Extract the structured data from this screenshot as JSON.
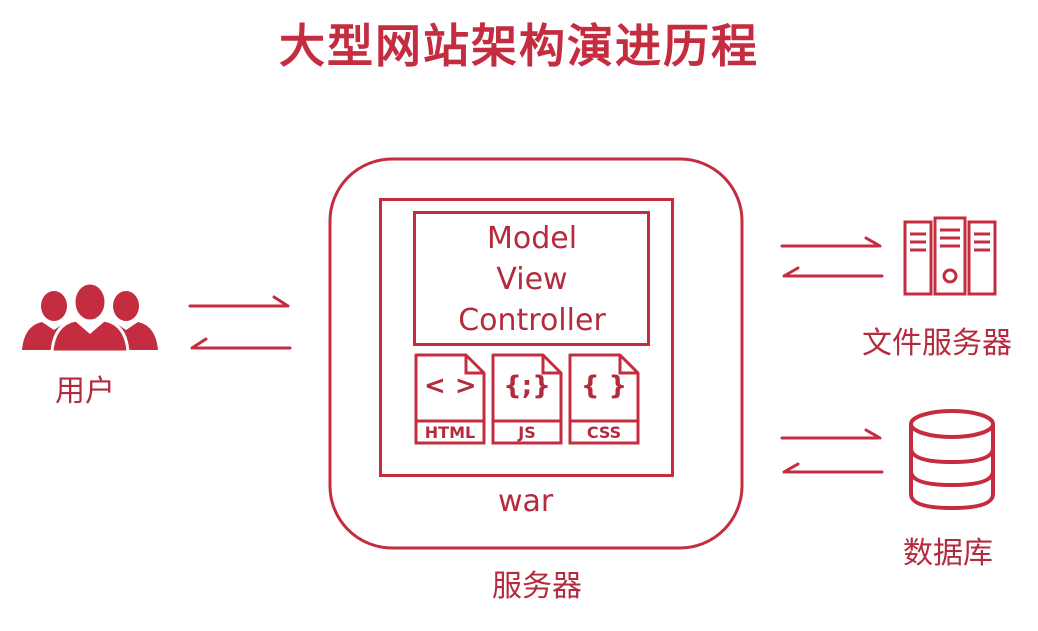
{
  "title": "大型网站架构演进历程",
  "user": {
    "label": "用户"
  },
  "server": {
    "label": "服务器",
    "war_label": "war",
    "mvc": [
      "Model",
      "View",
      "Controller"
    ],
    "files": [
      {
        "glyph": "< >",
        "label": "HTML"
      },
      {
        "glyph": "{;}",
        "label": "JS"
      },
      {
        "glyph": "{ }",
        "label": "CSS"
      }
    ]
  },
  "file_server": {
    "label": "文件服务器"
  },
  "database": {
    "label": "数据库"
  },
  "colors": {
    "accent": "#c42c40",
    "text": "#b52b3e"
  }
}
